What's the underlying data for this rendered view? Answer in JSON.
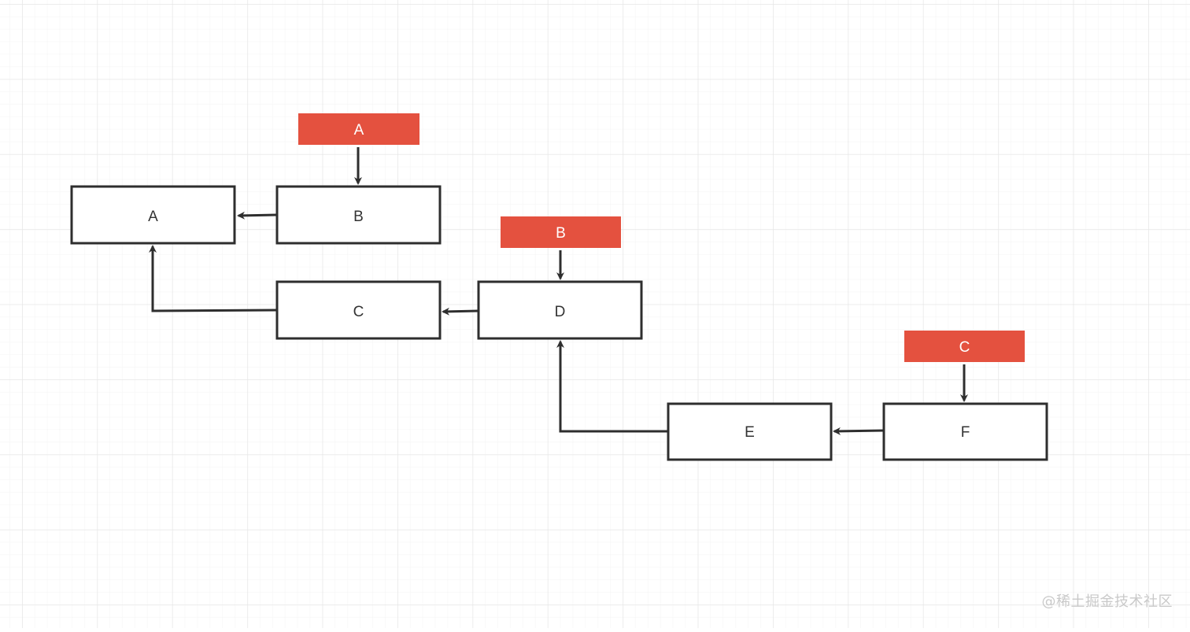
{
  "diagram": {
    "nodes": [
      {
        "id": "A",
        "label": "A"
      },
      {
        "id": "B",
        "label": "B"
      },
      {
        "id": "C",
        "label": "C"
      },
      {
        "id": "D",
        "label": "D"
      },
      {
        "id": "E",
        "label": "E"
      },
      {
        "id": "F",
        "label": "F"
      }
    ],
    "tags": [
      {
        "id": "tagA",
        "label": "A",
        "target": "B"
      },
      {
        "id": "tagB",
        "label": "B",
        "target": "D"
      },
      {
        "id": "tagC",
        "label": "C",
        "target": "F"
      }
    ],
    "edges": [
      {
        "from": "B",
        "to": "A"
      },
      {
        "from": "C",
        "to": "A"
      },
      {
        "from": "D",
        "to": "C"
      },
      {
        "from": "E",
        "to": "D"
      },
      {
        "from": "F",
        "to": "E"
      }
    ],
    "colors": {
      "tag_fill": "#e4513f",
      "tag_text": "#ffffff",
      "node_stroke": "#2e2e2e",
      "node_fill": "#ffffff",
      "node_text": "#333333",
      "arrow": "#2e2e2e",
      "grid_line": "#ececec"
    }
  },
  "watermark": "@稀土掘金技术社区"
}
